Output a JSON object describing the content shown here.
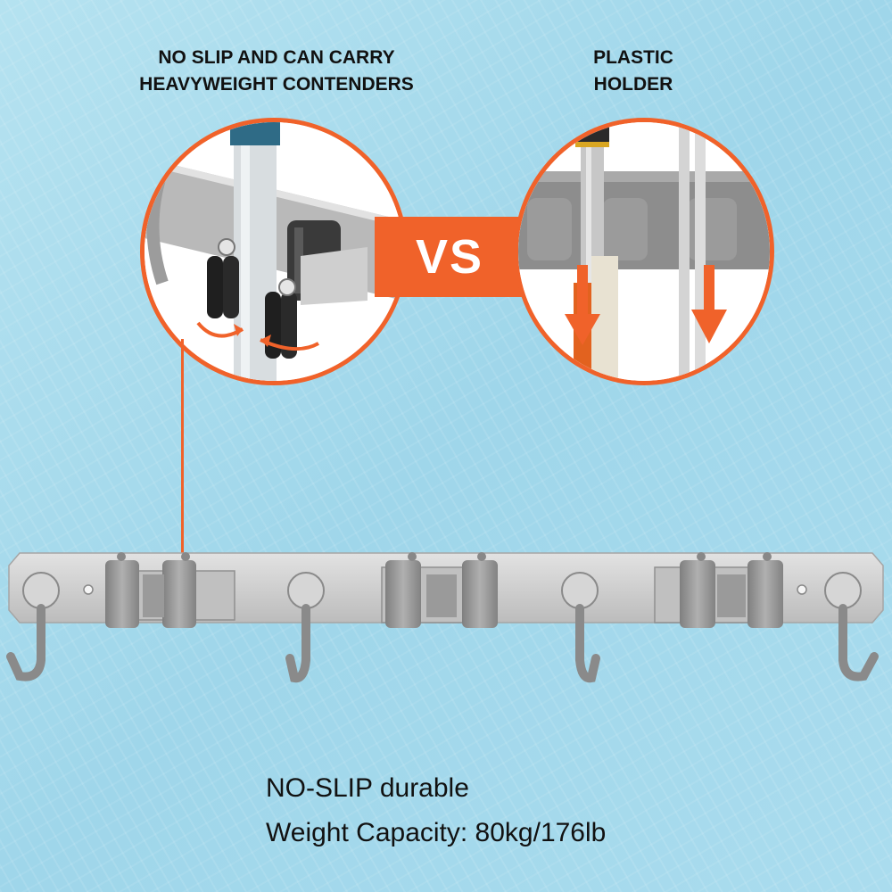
{
  "headings": {
    "left": [
      "NO SLIP AND CAN CARRY",
      "HEAVYWEIGHT CONTENDERS"
    ],
    "right": [
      "PLASTIC",
      "HOLDER"
    ]
  },
  "vs_badge": "VS",
  "captions": {
    "line1": "NO-SLIP durable",
    "line2": "Weight Capacity: 80kg/176lb"
  },
  "colors": {
    "accent": "#f0622a",
    "background": "#a8dcee",
    "metal": "#c9c9c9",
    "rubber": "#9a9a9a",
    "grip_dark": "#1f1f1f"
  },
  "icons": [
    "rotate-arrow-icon",
    "down-arrow-icon"
  ]
}
